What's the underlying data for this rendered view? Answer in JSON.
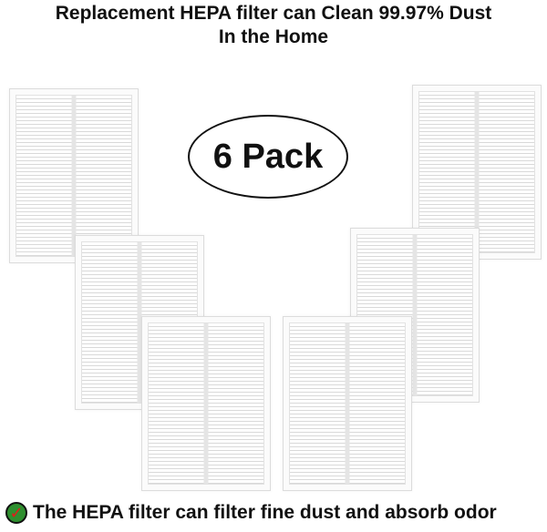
{
  "headline": {
    "line1": "Replacement HEPA filter can Clean 99.97% Dust",
    "line2": "In the Home"
  },
  "badge": {
    "label": "6 Pack"
  },
  "footer": {
    "text": "The HEPA filter can filter fine dust and absorb odor"
  },
  "icons": {
    "check": "check-circle-icon"
  },
  "colors": {
    "check_fill": "#2f8f2f",
    "check_mark": "#e31b1b"
  }
}
